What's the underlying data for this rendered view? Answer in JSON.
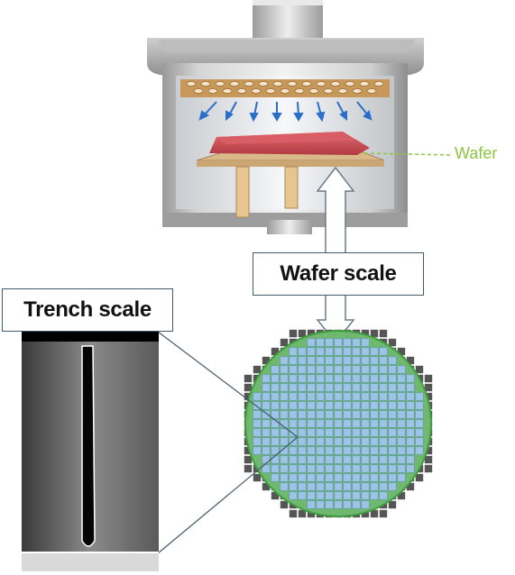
{
  "labels": {
    "wafer": "Wafer",
    "wafer_scale": "Wafer scale",
    "trench_scale": "Trench scale"
  },
  "colors": {
    "chamber_gray": "#a8a8a8",
    "showerhead": "#c8975a",
    "wafer_red": "#c9484f",
    "susceptor": "#d9b98a",
    "flow_arrow": "#2a6fc9",
    "wafer_label_green": "#8cc63f",
    "die_blue": "#9dc3e6",
    "wafer_disc_green": "#70b870",
    "edge_die_gray": "#555555",
    "box_border": "#44596b"
  },
  "wafer_map": {
    "grid_columns": 21,
    "grid_rows": 21
  }
}
